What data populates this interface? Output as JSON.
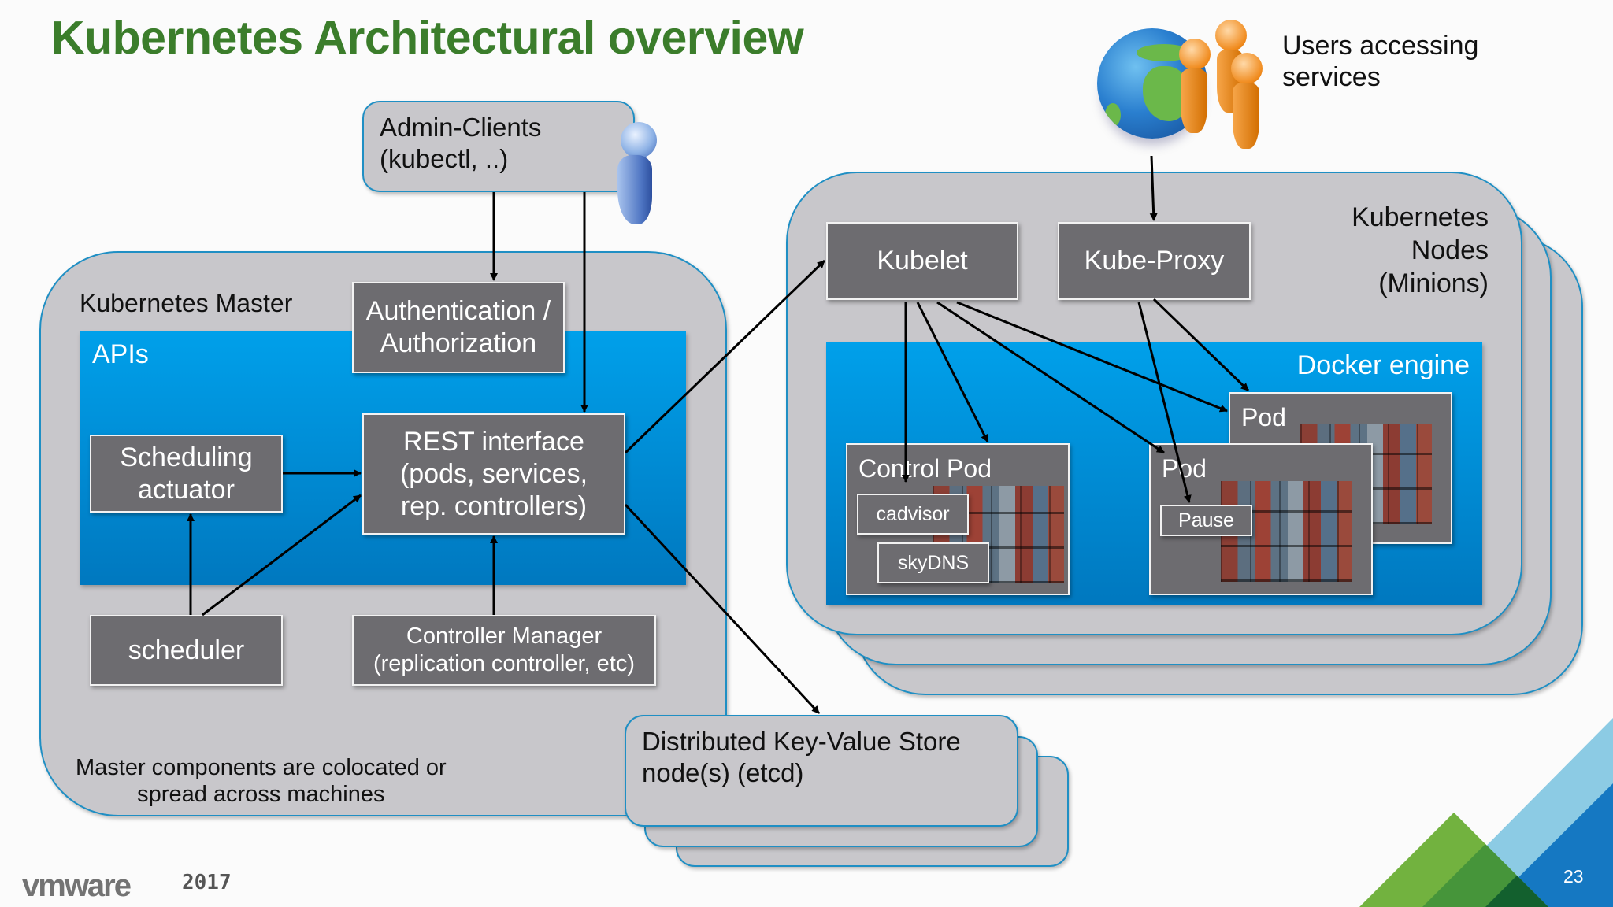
{
  "slide": {
    "title": "Kubernetes Architectural overview",
    "page_number": "23",
    "footer": {
      "brand": "vmware",
      "year": "2017"
    }
  },
  "admin_clients": {
    "line1": "Admin-Clients",
    "line2": "(kubectl, ..)",
    "icon": "user-icon"
  },
  "users": {
    "line1": "Users accessing",
    "line2": "services",
    "icons": [
      "globe-icon",
      "users-group-icon"
    ]
  },
  "master": {
    "label": "Kubernetes Master",
    "apis_label": "APIs",
    "auth": {
      "line1": "Authentication /",
      "line2": "Authorization"
    },
    "rest": {
      "line1": "REST interface",
      "line2": "(pods, services,",
      "line3": "rep. controllers)"
    },
    "scheduling_actuator": {
      "line1": "Scheduling",
      "line2": "actuator"
    },
    "scheduler": "scheduler",
    "controller_manager": {
      "line1": "Controller Manager",
      "line2": "(replication controller, etc)"
    },
    "note": {
      "line1": "Master components are colocated or",
      "line2": "spread across machines"
    }
  },
  "etcd": {
    "line1": "Distributed Key-Value Store",
    "line2": "node(s) (etcd)"
  },
  "nodes": {
    "label": {
      "line1": "Kubernetes",
      "line2": "Nodes",
      "line3": "(Minions)"
    },
    "kubelet": "Kubelet",
    "kube_proxy": "Kube-Proxy",
    "docker_label": "Docker engine",
    "control_pod": {
      "label": "Control Pod",
      "children": [
        "cadvisor",
        "skyDNS"
      ]
    },
    "pod_front": {
      "label": "Pod",
      "child": "Pause"
    },
    "pod_back": {
      "label": "Pod"
    }
  },
  "colors": {
    "title_green": "#3b7d2b",
    "panel_gray": "#c8c7cb",
    "component_gray": "#6d6c70",
    "api_blue": "#00a0ea",
    "border_blue": "#1f8fc4"
  }
}
